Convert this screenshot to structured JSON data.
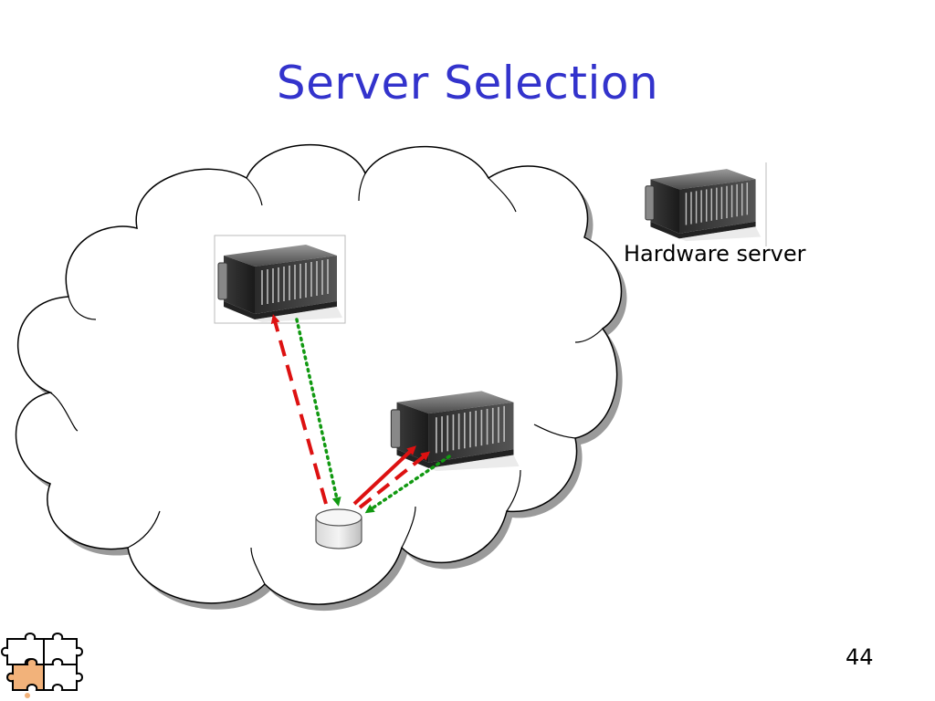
{
  "slide": {
    "title": "Server Selection",
    "page_number": "44"
  },
  "legend": {
    "label": "Hardware server",
    "icon": "hardware-server-icon"
  },
  "diagram": {
    "nodes": [
      {
        "id": "server-top",
        "icon": "hardware-server-icon"
      },
      {
        "id": "server-right",
        "icon": "hardware-server-icon"
      },
      {
        "id": "client",
        "icon": "database-cylinder-icon"
      }
    ],
    "edges": [
      {
        "from": "client",
        "to": "server-top",
        "style": "dashed",
        "color": "#dd1111"
      },
      {
        "from": "server-top",
        "to": "client",
        "style": "dotted",
        "color": "#119911"
      },
      {
        "from": "client",
        "to": "server-right",
        "style": "dashed",
        "color": "#dd1111"
      },
      {
        "from": "server-right",
        "to": "client",
        "style": "dotted",
        "color": "#119911"
      }
    ],
    "colors": {
      "title": "#3333cc",
      "request_arrow": "#dd1111",
      "response_arrow": "#119911",
      "cloud_outline": "#000000",
      "cloud_shadow": "#999999"
    }
  },
  "logo": {
    "icon": "puzzle-pieces-icon"
  }
}
